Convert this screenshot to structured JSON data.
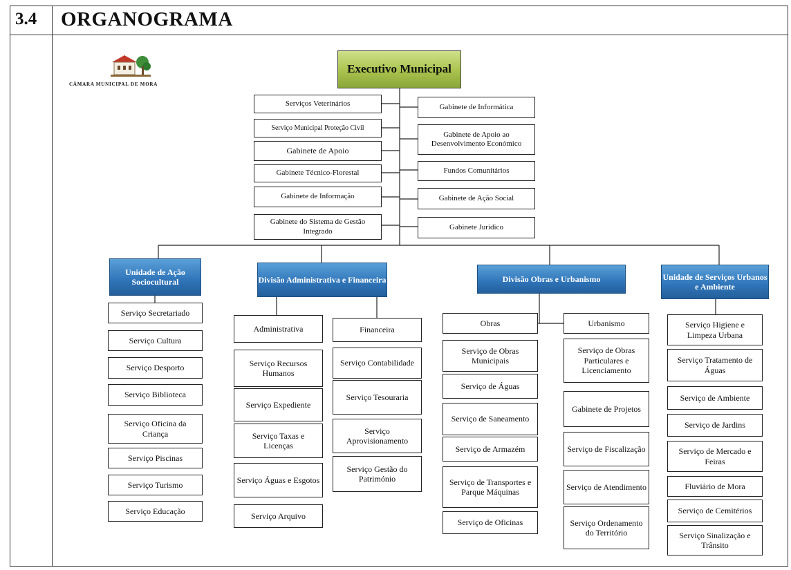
{
  "section": {
    "number": "3.4",
    "title": "ORGANOGRAMA"
  },
  "logo": {
    "text": "CÂMARA MUNICIPAL DE MORA"
  },
  "executive": {
    "label": "Executivo Municipal"
  },
  "staff_left": [
    "Serviços Veterinários",
    "Serviço Municipal Proteção Civil",
    "Gabinete de Apoio",
    "Gabinete Técnico-Florestal",
    "Gabinete de Informação",
    "Gabinete do Sistema de Gestão Integrado"
  ],
  "staff_right": [
    "Gabinete de Informática",
    "Gabinete de Apoio ao Desenvolvimento Económico",
    "Fundos Comunitários",
    "Gabinete de Ação Social",
    "Gabinete Jurídico"
  ],
  "units": {
    "u1": {
      "label": "Unidade de Ação Sociocultural",
      "items": [
        "Serviço Secretariado",
        "Serviço Cultura",
        "Serviço Desporto",
        "Serviço Biblioteca",
        "Serviço Oficina da Criança",
        "Serviço Piscinas",
        "Serviço Turismo",
        "Serviço Educação"
      ]
    },
    "u2": {
      "label": "Divisão Administrativa e Financeira",
      "sub1": {
        "label": "Administrativa",
        "items": [
          "Serviço Recursos Humanos",
          "Serviço Expediente",
          "Serviço Taxas e Licenças",
          "Serviço Águas e Esgotos",
          "Serviço Arquivo"
        ]
      },
      "sub2": {
        "label": "Financeira",
        "items": [
          "Serviço Contabilidade",
          "Serviço Tesouraria",
          "Serviço Aprovisionamento",
          "Serviço Gestão do Património"
        ]
      }
    },
    "u3": {
      "label": "Divisão Obras e Urbanismo",
      "sub1": {
        "label": "Obras",
        "items": [
          "Serviço de Obras Municipais",
          "Serviço de Águas",
          "Serviço de Saneamento",
          "Serviço de Armazém",
          "Serviço de Transportes e Parque Máquinas",
          "Serviço de Oficinas"
        ]
      },
      "sub2": {
        "label": "Urbanismo",
        "items": [
          "Serviço de Obras Particulares e Licenciamento",
          "Gabinete de Projetos",
          "Serviço de Fiscalização",
          "Serviço de Atendimento",
          "Serviço Ordenamento do Território"
        ]
      }
    },
    "u4": {
      "label": "Unidade de Serviços Urbanos e Ambiente",
      "items": [
        "Serviço Higiene e Limpeza Urbana",
        "Serviço Tratamento de Águas",
        "Serviço de Ambiente",
        "Serviço de Jardins",
        "Serviço de Mercado e Feiras",
        "Fluviário de Mora",
        "Serviço de Cemitérios",
        "Serviço Sinalização e Trânsito"
      ]
    }
  }
}
